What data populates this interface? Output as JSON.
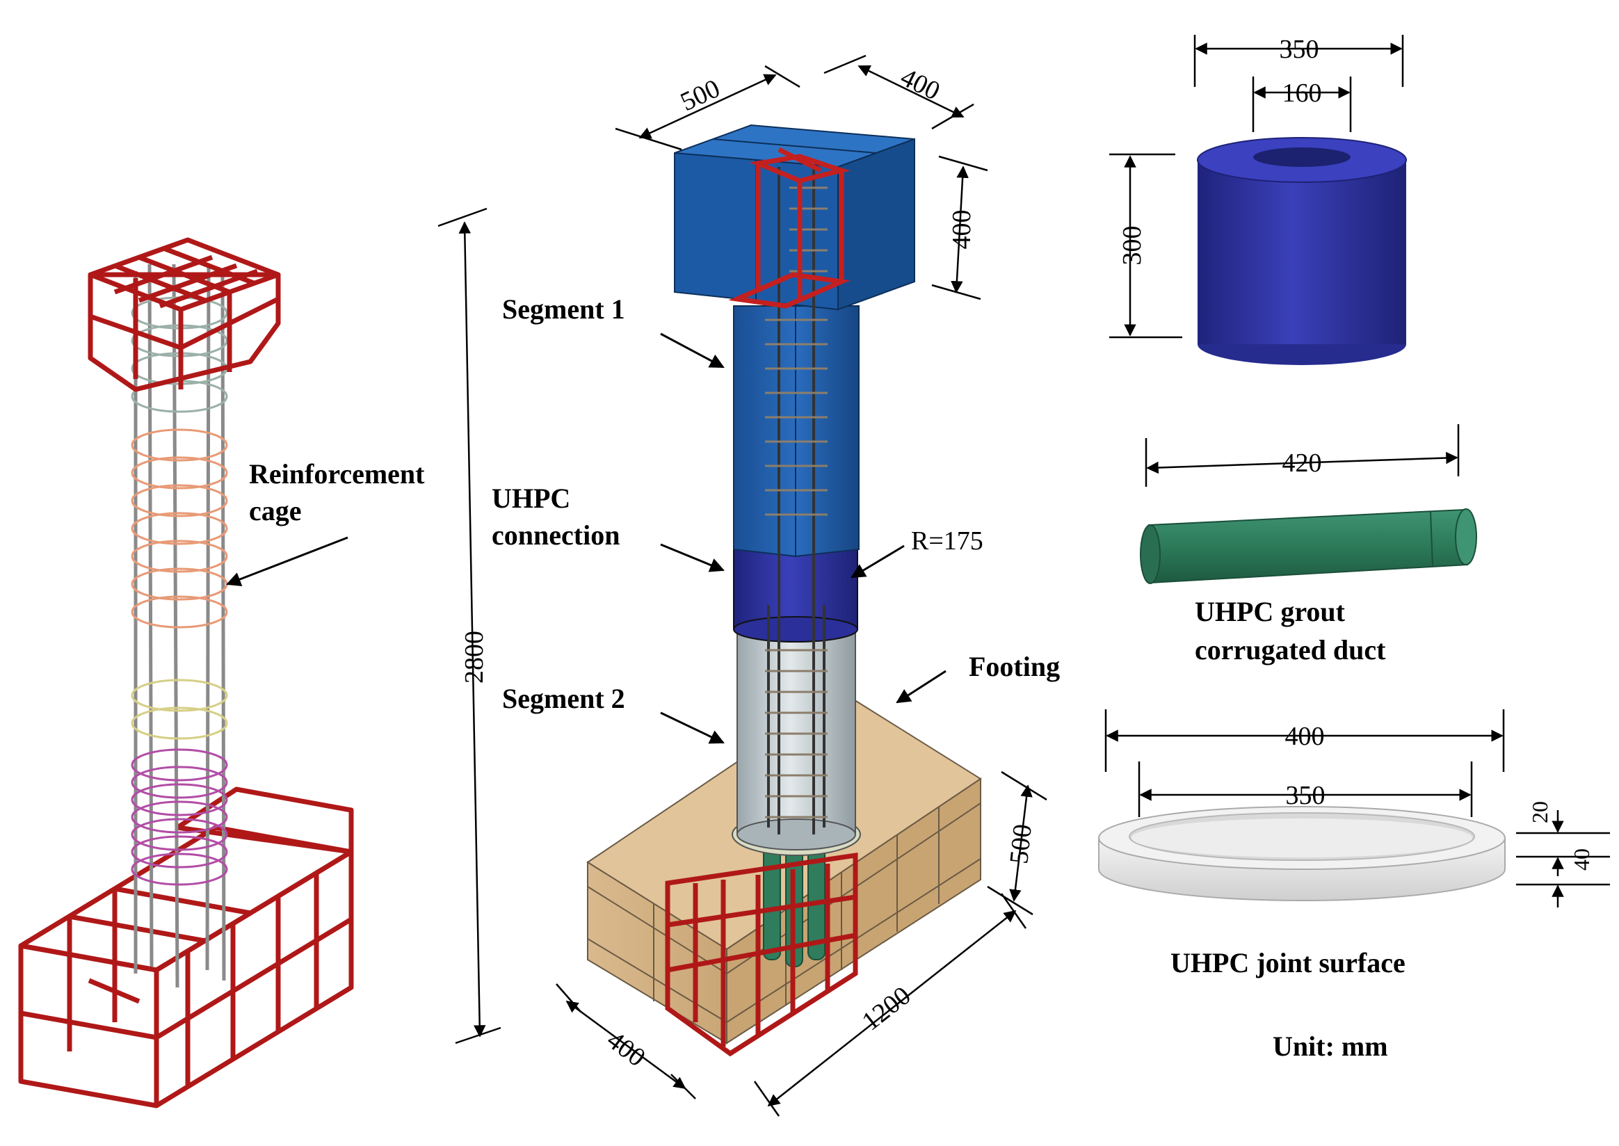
{
  "labels": {
    "reinforcement_cage_line1": "Reinforcement",
    "reinforcement_cage_line2": "cage",
    "segment1": "Segment 1",
    "uhpc_connection_line1": "UHPC",
    "uhpc_connection_line2": "connection",
    "segment2": "Segment 2",
    "footing": "Footing",
    "radius": "R=175",
    "grout_duct_line1": "UHPC grout",
    "grout_duct_line2": "corrugated duct",
    "joint_surface": "UHPC joint surface",
    "unit": "Unit: mm"
  },
  "dimensions": {
    "cap_width": "500",
    "cap_depth": "400",
    "cap_height": "400",
    "column_height": "2800",
    "footing_height": "500",
    "footing_length": "1200",
    "footing_width": "400",
    "sleeve_outer": "350",
    "sleeve_inner": "160",
    "sleeve_height": "300",
    "duct_length": "420",
    "ring_outer": "400",
    "ring_inner": "350",
    "ring_t1": "20",
    "ring_t2": "40"
  },
  "colors": {
    "rebar_cage": "#b01818",
    "concrete_blue": "#1f5fa8",
    "uhpc_navy": "#2a2f9a",
    "footing_tan": "#d8b78a",
    "segment2_grey": "#c9d2d6",
    "duct_green": "#2f7d5c",
    "ring_grey": "#e6e6e6"
  }
}
